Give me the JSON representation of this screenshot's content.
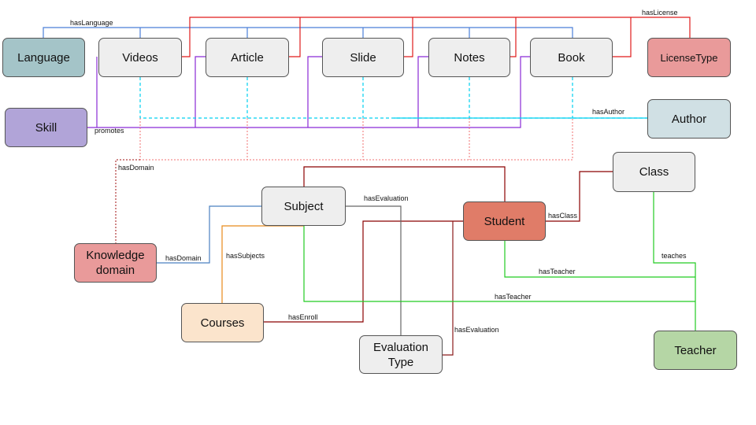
{
  "colors": {
    "blue": "#4a7fd8",
    "red": "#e01b1b",
    "purple": "#8a2ad6",
    "cyan": "#00d0f0",
    "salmon_dash": "#f07070",
    "darkred": "#8b0000",
    "darkred_dash": "#a01010",
    "steel": "#4a80c0",
    "orange": "#e88a1a",
    "green": "#22cc22",
    "gray": "#666666",
    "maroon": "#8b1a1a"
  },
  "nodes": {
    "language": {
      "label": "Language",
      "fill": "#a4c4c8"
    },
    "videos": {
      "label": "Videos",
      "fill": "#eeeeee"
    },
    "article": {
      "label": "Article",
      "fill": "#eeeeee"
    },
    "slide": {
      "label": "Slide",
      "fill": "#eeeeee"
    },
    "notes": {
      "label": "Notes",
      "fill": "#eeeeee"
    },
    "book": {
      "label": "Book",
      "fill": "#eeeeee"
    },
    "licensetype": {
      "label": "LicenseType",
      "fill": "#e99a9a"
    },
    "skill": {
      "label": "Skill",
      "fill": "#b1a4d8"
    },
    "author": {
      "label": "Author",
      "fill": "#d0e0e4"
    },
    "class": {
      "label": "Class",
      "fill": "#eeeeee"
    },
    "subject": {
      "label": "Subject",
      "fill": "#eeeeee"
    },
    "student": {
      "label": "Student",
      "fill": "#e07c68"
    },
    "knowledge": {
      "label": "Knowledge domain",
      "fill": "#e99a9a"
    },
    "courses": {
      "label": "Courses",
      "fill": "#fbe4cc"
    },
    "evaluation": {
      "label": "Evaluation Type",
      "fill": "#eeeeee"
    },
    "teacher": {
      "label": "Teacher",
      "fill": "#b5d6a5"
    }
  },
  "edge_labels": {
    "hasLanguage": "hasLanguage",
    "hasLicense": "hasLicense",
    "hasAuthor": "hasAuthor",
    "promotes": "promotes",
    "hasDomain_top": "hasDomain",
    "hasEvaluation_top": "hasEvaluation",
    "hasClass": "hasClass",
    "hasDomain_kd": "hasDomain",
    "hasSubjects": "hasSubjects",
    "teaches": "teaches",
    "hasTeacher_student": "hasTeacher",
    "hasTeacher_subject": "hasTeacher",
    "hasEnroll": "hasEnroll",
    "hasEvaluation_student": "hasEvaluation"
  }
}
